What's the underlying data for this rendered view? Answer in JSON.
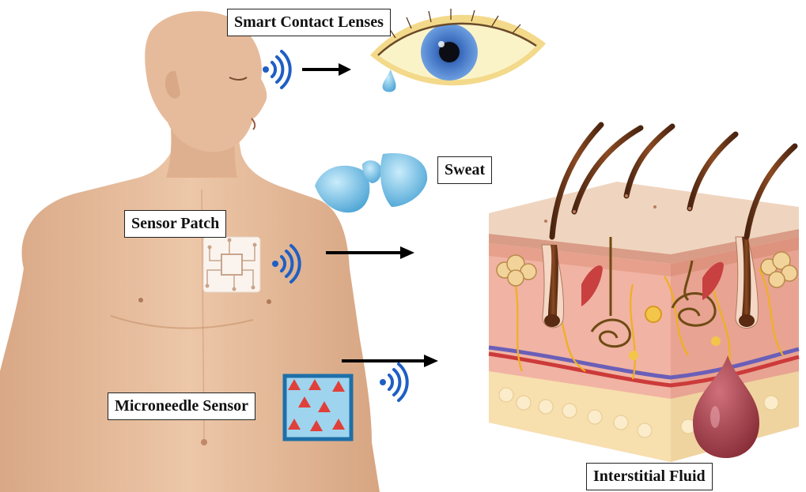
{
  "labels": {
    "smart_contact_lenses": "Smart Contact Lenses",
    "sweat": "Sweat",
    "sensor_patch": "Sensor Patch",
    "microneedle_sensor": "Microneedle Sensor",
    "interstitial_fluid": "Interstitial Fluid"
  },
  "colors": {
    "skin": "#e8c0a0",
    "skin_shadow": "#d9a886",
    "wireless": "#1f5fc4",
    "sweat_drop": "#6ab8e0",
    "microneedle_patch": "#9fd4ee",
    "microneedle_border": "#1e6fa8",
    "microneedle_tips": "#e0403a",
    "fluid_drop": "#a8434a",
    "hair": "#6b3a1e",
    "nerve": "#f0b020",
    "iris": "#3d6fc0"
  },
  "icons": [
    "wireless-signal-icon",
    "arrow-right-icon",
    "circuit-chip-icon",
    "eye-illustration",
    "skin-cross-section-illustration"
  ]
}
